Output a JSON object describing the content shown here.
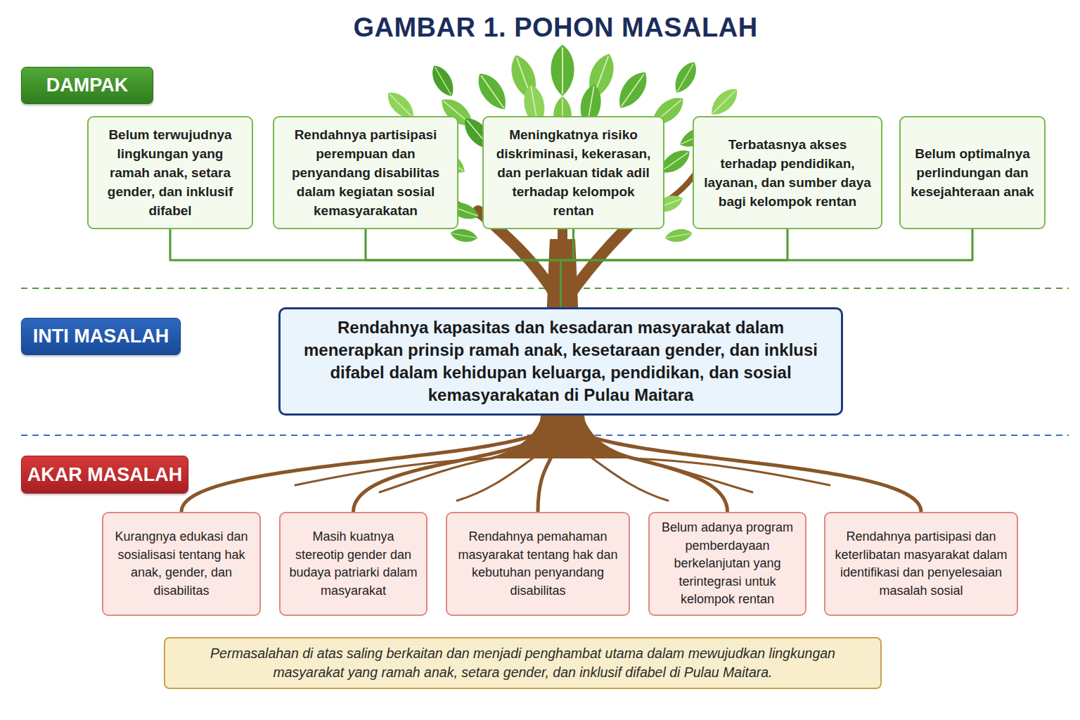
{
  "diagram": {
    "title": "GAMBAR 1. POHON MASALAH",
    "nodes": [
      {
        "text": [
          "DAMPAK"
        ]
      },
      {
        "text": [
          "Belum terwujudnya lingkungan yang ramah anak, setara gender, dan inklusif difabel"
        ]
      },
      {
        "text": [
          "Rendahnya partisipasi perempuan dan penyandang disabilitas dalam kegiatan sosial kemasyarakatan"
        ]
      },
      {
        "text": [
          "Meningkatnya risiko diskriminasi, kekerasan, dan perlakuan tidak adil terhadap kelompok rentan"
        ]
      },
      {
        "text": [
          "Terbatasnya akses terhadap pendidikan, layanan, dan sumber daya bagi kelompok rentan"
        ]
      },
      {
        "text": [
          "Belum optimalnya perlindungan dan kesejahteraan anak"
        ]
      },
      {
        "text": [
          "INTI MASALAH"
        ]
      },
      {
        "text": [
          "Rendahnya kapasitas dan kesadaran masyarakat dalam menerapkan prinsip ramah anak, kesetaraan gender, dan inklusi difabel dalam kehidupan keluarga, pendidikan, dan sosial kemasyarakatan di Pulau Maitara"
        ]
      },
      {
        "text": [
          "AKAR MASALAH"
        ]
      },
      {
        "text": [
          "Kurangnya edukasi dan sosialisasi tentang hak anak, gender, dan disabilitas"
        ]
      },
      {
        "text": [
          "Masih kuatnya stereotip gender dan budaya patriarki dalam masyarakat"
        ]
      },
      {
        "text": [
          "Rendahnya pemahaman masyarakat tentang hak dan kebutuhan penyandang disabilitas"
        ]
      },
      {
        "text": [
          "Belum adanya program pemberdayaan berkelanjutan yang terintegrasi untuk kelompok rentan"
        ]
      },
      {
        "text": [
          "Rendahnya partisipasi dan keterlibatan masyarakat dalam identifikasi dan penyelesaian masalah sosial"
        ]
      },
      {
        "text": [
          "Permasalahan di atas saling berkaitan dan menjadi penghambat utama dalam mewujudkan lingkungan masyarakat yang ramah anak, setara gender, dan inklusif difabel di Pulau Maitara."
        ]
      }
    ],
    "edges": [
      {
        "from": 1,
        "to": 7,
        "arrow": "none"
      },
      {
        "from": 2,
        "to": 7,
        "arrow": "none"
      },
      {
        "from": 3,
        "to": 7,
        "arrow": "none"
      },
      {
        "from": 4,
        "to": 7,
        "arrow": "none"
      },
      {
        "from": 5,
        "to": 7,
        "arrow": "none"
      },
      {
        "from": 7,
        "to": 9,
        "arrow": "none"
      },
      {
        "from": 7,
        "to": 10,
        "arrow": "none"
      },
      {
        "from": 7,
        "to": 11,
        "arrow": "none"
      },
      {
        "from": 7,
        "to": 12,
        "arrow": "none"
      },
      {
        "from": 7,
        "to": 13,
        "arrow": "none"
      }
    ]
  }
}
